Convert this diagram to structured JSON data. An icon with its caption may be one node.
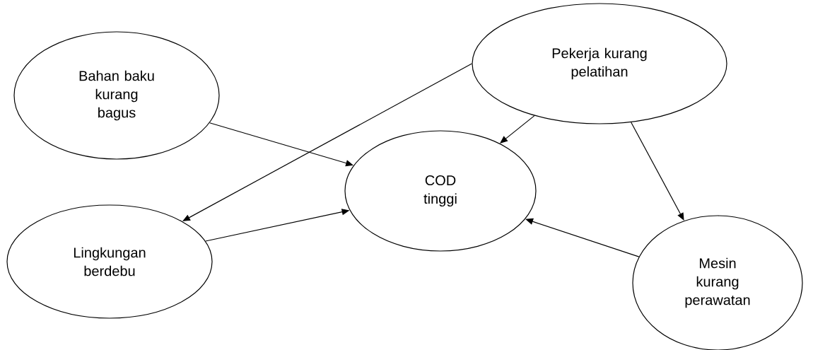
{
  "diagram": {
    "nodes": [
      {
        "text": [
          "Bahan baku kurang bagus"
        ]
      },
      {
        "text": [
          "Pekerja kurang pelatihan"
        ]
      },
      {
        "text": [
          "COD tinggi"
        ]
      },
      {
        "text": [
          "Lingkungan berdebu"
        ]
      },
      {
        "text": [
          "Mesin kurang perawatan"
        ]
      }
    ],
    "edges": [
      {
        "from": 0,
        "to": 2,
        "arrow": "to"
      },
      {
        "from": 1,
        "to": 2,
        "arrow": "to"
      },
      {
        "from": 1,
        "to": 3,
        "arrow": "to"
      },
      {
        "from": 1,
        "to": 4,
        "arrow": "to"
      },
      {
        "from": 3,
        "to": 2,
        "arrow": "to"
      },
      {
        "from": 4,
        "to": 2,
        "arrow": "to"
      }
    ]
  }
}
